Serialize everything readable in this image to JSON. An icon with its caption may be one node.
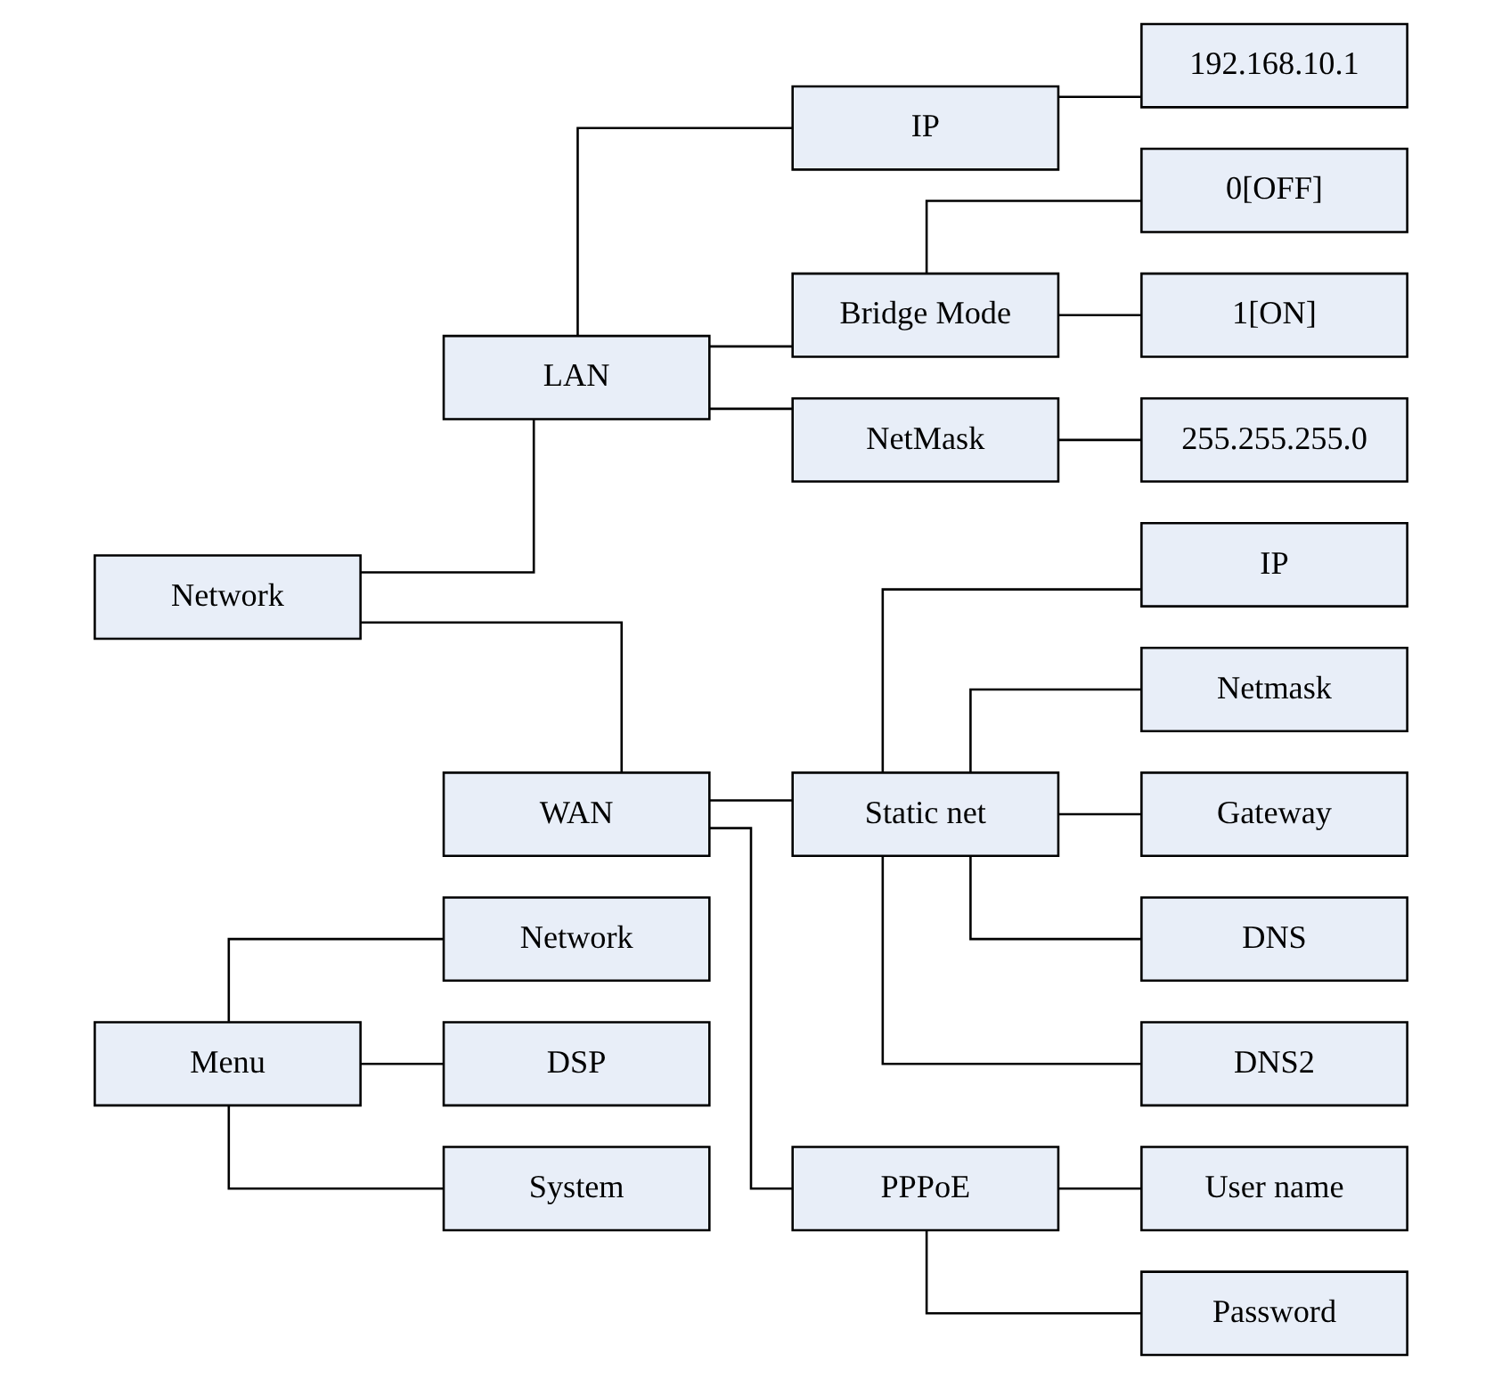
{
  "diagram": {
    "nodes": [
      {
        "text": [
          "Menu"
        ]
      },
      {
        "text": [
          "Network"
        ]
      },
      {
        "text": [
          "DSP"
        ]
      },
      {
        "text": [
          "System"
        ]
      },
      {
        "text": [
          "Network"
        ]
      },
      {
        "text": [
          "LAN"
        ]
      },
      {
        "text": [
          "WAN"
        ]
      },
      {
        "text": [
          "IP"
        ]
      },
      {
        "text": [
          "Bridge Mode"
        ]
      },
      {
        "text": [
          "NetMask"
        ]
      },
      {
        "text": [
          "192.168.10.1"
        ]
      },
      {
        "text": [
          "0[OFF]"
        ]
      },
      {
        "text": [
          "1[ON]"
        ]
      },
      {
        "text": [
          "255.255.255.0"
        ]
      },
      {
        "text": [
          "Static net"
        ]
      },
      {
        "text": [
          "PPPoE"
        ]
      },
      {
        "text": [
          "IP"
        ]
      },
      {
        "text": [
          "Netmask"
        ]
      },
      {
        "text": [
          "Gateway"
        ]
      },
      {
        "text": [
          "DNS"
        ]
      },
      {
        "text": [
          "DNS2"
        ]
      },
      {
        "text": [
          "User name"
        ]
      },
      {
        "text": [
          "Password"
        ]
      }
    ],
    "edges": [
      {
        "from": 0,
        "to": 1,
        "arrow": "none"
      },
      {
        "from": 0,
        "to": 2,
        "arrow": "none"
      },
      {
        "from": 0,
        "to": 3,
        "arrow": "none"
      },
      {
        "from": 4,
        "to": 5,
        "arrow": "none"
      },
      {
        "from": 4,
        "to": 6,
        "arrow": "none"
      },
      {
        "from": 5,
        "to": 7,
        "arrow": "none"
      },
      {
        "from": 5,
        "to": 8,
        "arrow": "none"
      },
      {
        "from": 5,
        "to": 9,
        "arrow": "none"
      },
      {
        "from": 7,
        "to": 10,
        "arrow": "none"
      },
      {
        "from": 8,
        "to": 11,
        "arrow": "none"
      },
      {
        "from": 8,
        "to": 12,
        "arrow": "none"
      },
      {
        "from": 9,
        "to": 13,
        "arrow": "none"
      },
      {
        "from": 6,
        "to": 14,
        "arrow": "none"
      },
      {
        "from": 6,
        "to": 15,
        "arrow": "none"
      },
      {
        "from": 14,
        "to": 16,
        "arrow": "none"
      },
      {
        "from": 14,
        "to": 17,
        "arrow": "none"
      },
      {
        "from": 14,
        "to": 18,
        "arrow": "none"
      },
      {
        "from": 14,
        "to": 19,
        "arrow": "none"
      },
      {
        "from": 14,
        "to": 20,
        "arrow": "none"
      },
      {
        "from": 15,
        "to": 21,
        "arrow": "none"
      },
      {
        "from": 15,
        "to": 22,
        "arrow": "none"
      }
    ]
  }
}
